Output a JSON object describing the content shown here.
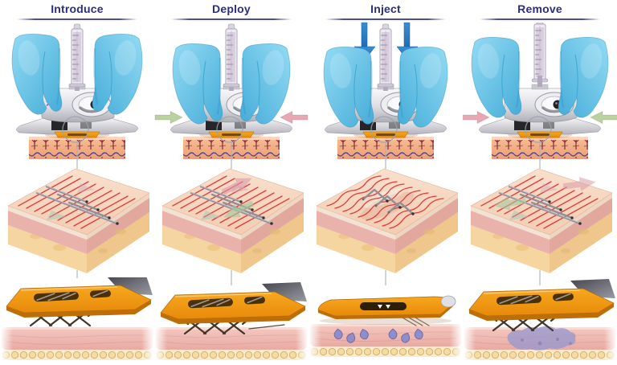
{
  "steps": [
    {
      "label": "Introduce"
    },
    {
      "label": "Deploy"
    },
    {
      "label": "Inject"
    },
    {
      "label": "Remove"
    }
  ],
  "colors": {
    "title_navy": "#2a2f80",
    "glove_blue": "#5bbfe6",
    "device_metal": "#d9d9de",
    "plate_orange": "#f0940f",
    "skin_surface": "#f2a87f",
    "dermis_pink": "#e9b3ab",
    "fat_yellow": "#f5d6a0",
    "needle_grey": "#8f8f98",
    "tension_line_red": "#e13a3a",
    "arrow_green": "#b9d2a0",
    "arrow_pink": "#e8a7b1",
    "arrow_blue": "#2b7fc4",
    "drug_purple": "#9493c9"
  }
}
